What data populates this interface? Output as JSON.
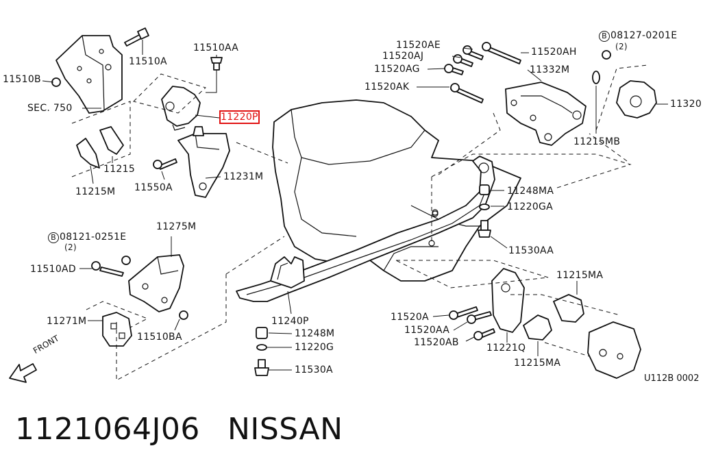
{
  "labels": {
    "p11510A": "11510A",
    "p11510B": "11510B",
    "sec750": "SEC. 750",
    "p11510AA": "11510AA",
    "p11220P": "11220P",
    "p11215": "11215",
    "p11215M": "11215M",
    "p11550A": "11550A",
    "p11231M": "11231M",
    "p11520AE": "11520AE",
    "p11520AJ": "11520AJ",
    "p11520AG": "11520AG",
    "p11520AK": "11520AK",
    "p11520AH": "11520AH",
    "p11332M": "11332M",
    "bolt08127_circle": "B",
    "bolt08127": "08127-0201E",
    "bolt08127_qty": "(2)",
    "p11320": "11320",
    "p11215MB": "11215MB",
    "p11248MA": "11248MA",
    "p11220GA": "11220GA",
    "p11530AA": "11530AA",
    "bolt08121_circle": "B",
    "bolt08121": "08121-0251E",
    "bolt08121_qty": "(2)",
    "p11275M": "11275M",
    "p11510AD": "11510AD",
    "p11271M": "11271M",
    "p11510BA": "11510BA",
    "p11240P": "11240P",
    "p11248M": "11248M",
    "p11220G": "11220G",
    "p11530A": "11530A",
    "p11215MA_top": "11215MA",
    "p11520A": "11520A",
    "p11520AA": "11520AA",
    "p11520AB": "11520AB",
    "p11221Q": "11221Q",
    "p11215MA_bottom": "11215MA",
    "front": "FRONT",
    "diagram_code": "U112B 0002"
  },
  "footer": {
    "part_number": "1121064J06",
    "brand": "NISSAN"
  },
  "highlight_color": "#e11111"
}
